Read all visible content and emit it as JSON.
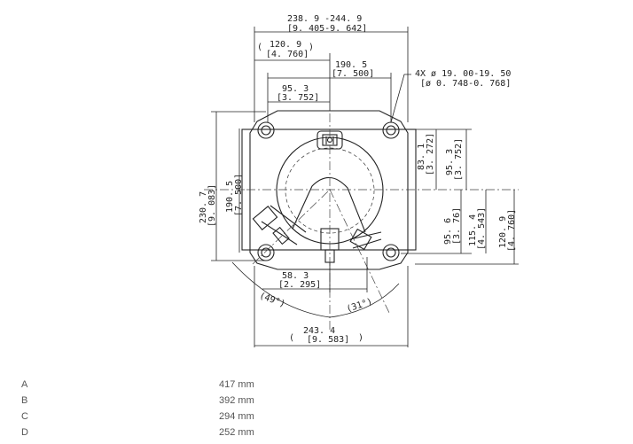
{
  "drawing": {
    "dimensions": {
      "overall_width": "238. 9 -244. 9",
      "overall_width_in": "[9. 405-9. 642]",
      "left_offset": "120. 9",
      "left_offset_in": "[4. 760]",
      "foot_span": "190. 5",
      "foot_span_in": "[7. 500]",
      "half_span": "95. 3",
      "half_span_in": "[3. 752]",
      "hole_note": "4X ø 19. 00-19. 50",
      "hole_note_in": "[ø 0. 748-0. 768]",
      "right_upper": "83. 1",
      "right_upper_in": "[3. 272]",
      "right_half": "95. 3",
      "right_half_in": "[3. 752]",
      "right_lower": "95. 6",
      "right_lower_in": "[3. 76]",
      "right_mid": "115. 4",
      "right_mid_in": "[4. 543]",
      "right_outer": "120. 9",
      "right_outer_in": "[4. 760]",
      "left_overall": "230. 7",
      "left_overall_in": "[9. 083]",
      "left_foot": "190. 5",
      "left_foot_in": "[7. 500]",
      "bottom_offset": "58. 3",
      "bottom_offset_in": "[2. 295]",
      "angle_left": "(49°)",
      "angle_right": "(31°)",
      "bottom_width": "243. 4",
      "bottom_width_in": "[9. 583]"
    }
  },
  "dimensions_table": [
    {
      "key": "A",
      "value": "417 mm"
    },
    {
      "key": "B",
      "value": "392 mm"
    },
    {
      "key": "C",
      "value": "294 mm"
    },
    {
      "key": "D",
      "value": "252 mm"
    }
  ]
}
